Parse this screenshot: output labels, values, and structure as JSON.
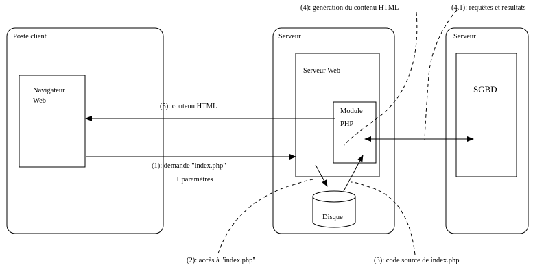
{
  "boxes": {
    "client": "Poste client",
    "browser_line1": "Navigateur",
    "browser_line2": "Web",
    "server1": "Serveur",
    "webserver": "Serveur Web",
    "php_line1": "Module",
    "php_line2": "PHP",
    "disk": "Disque",
    "server2": "Serveur",
    "dbms": "SGBD"
  },
  "steps": {
    "step1_line1": "(1): demande \"index.php\"",
    "step1_line2": "+ paramètres",
    "step2": "(2): accès à \"index.php\"",
    "step3": "(3): code source de index.php",
    "step4": "(4): génération du contenu HTML",
    "step41": "(4.1): requêtes et résultats",
    "step5": "(5): contenu HTML"
  }
}
